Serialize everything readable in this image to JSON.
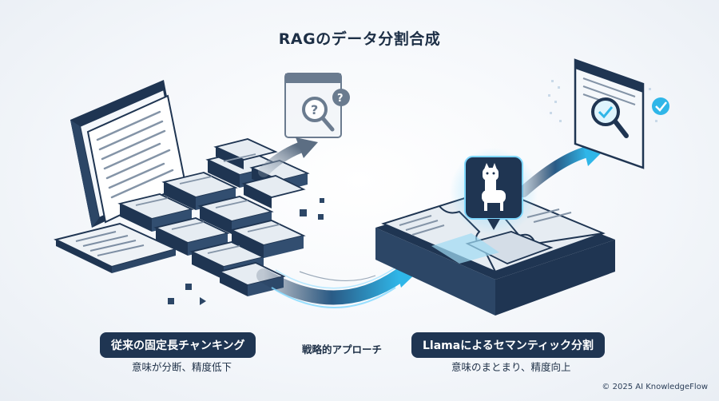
{
  "title": "RAGのデータ分割合成",
  "left": {
    "label": "従来の固定長チャンキング",
    "description": "意味が分断、精度低下"
  },
  "center": {
    "label": "戦略的アプローチ"
  },
  "right": {
    "label": "Llamaによるセマンティック分割",
    "description": "意味のまとまり、精度向上"
  },
  "footer": {
    "copyright": "© 2025 AI KnowledgeFlow"
  },
  "icons": [
    "document-icon",
    "question-search-icon",
    "llama-icon",
    "check-search-icon",
    "check-badge-icon"
  ],
  "colors": {
    "navy": "#1f3552",
    "accent": "#2fb6e8",
    "tile": "#e3e9f0"
  }
}
